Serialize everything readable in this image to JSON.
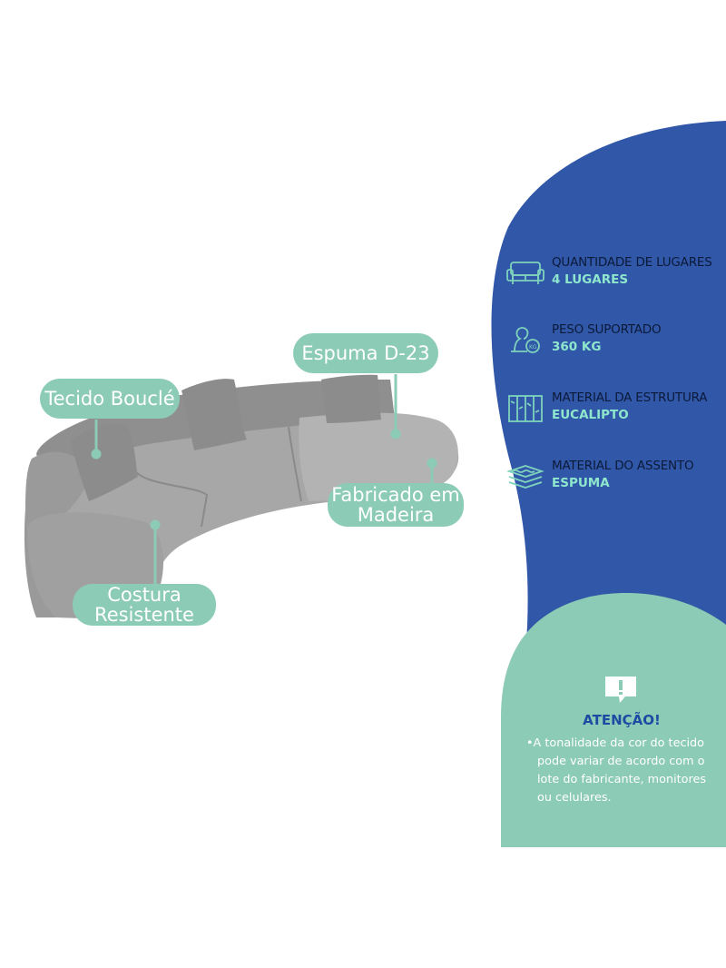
{
  "callouts": {
    "espuma": "Espuma D-23",
    "tecido": "Tecido Bouclé",
    "fabricado_line1": "Fabricado em",
    "fabricado_line2": "Madeira",
    "costura_line1": "Costura",
    "costura_line2": "Resistente"
  },
  "specs": [
    {
      "icon": "sofa-icon",
      "label": "QUANTIDADE DE LUGARES",
      "value": "4 LUGARES"
    },
    {
      "icon": "weight-person-icon",
      "label": "PESO SUPORTADO",
      "value": "360 KG"
    },
    {
      "icon": "wood-structure-icon",
      "label": "MATERIAL DA ESTRUTURA",
      "value": "EUCALIPTO"
    },
    {
      "icon": "foam-layers-icon",
      "label": "MATERIAL DO ASSENTO",
      "value": "ESPUMA"
    }
  ],
  "attention": {
    "icon": "alert-message-icon",
    "title": "ATENÇÃO!",
    "lines": [
      "•A tonalidade da cor do tecido",
      "pode variar de acordo com o",
      "lote do fabricante, monitores",
      "ou celulares."
    ]
  },
  "colors": {
    "blue_panel": "#3057a8",
    "mint": "#8ccbb5",
    "spec_value": "#8ee6cd",
    "attention_title": "#1f4aa3",
    "sofa_gray": "#a7a7a7"
  }
}
